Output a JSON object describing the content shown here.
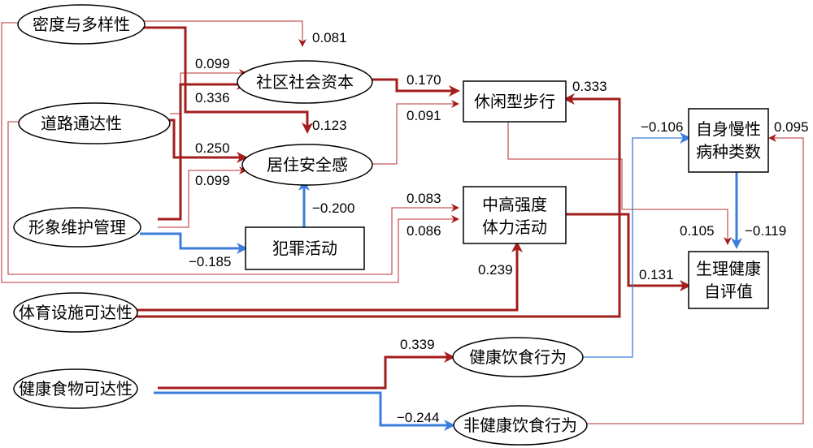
{
  "nodes": {
    "density": "密度与多样性",
    "road": "道路通达性",
    "image": "形象维护管理",
    "sports": "体育设施可达性",
    "food": "健康食物可达性",
    "social": "社区社会资本",
    "safety": "居住安全感",
    "crime": "犯罪活动",
    "walk": "休闲型步行",
    "mvpa_line1": "中高强度",
    "mvpa_line2": "体力活动",
    "healthy_diet": "健康饮食行为",
    "unhealthy_diet": "非健康饮食行为",
    "chronic_line1": "自身慢性",
    "chronic_line2": "病种类数",
    "srh_line1": "生理健康",
    "srh_line2": "自评值"
  },
  "coefficients": {
    "density_social": "0.081",
    "density_safety": "0.123",
    "road_social": "0.099",
    "image_social": "0.336",
    "road_safety": "0.250",
    "image_safety": "0.099",
    "crime_safety": "−0.200",
    "image_crime": "−0.185",
    "social_walk": "0.170",
    "safety_walk": "0.091",
    "road_mvpa": "0.083",
    "density_mvpa": "0.086",
    "sports_mvpa": "0.239",
    "sports_walk": "0.333",
    "food_healthy": "0.339",
    "food_unhealthy": "−0.244",
    "healthy_chronic": "−0.106",
    "unhealthy_chronic": "0.095",
    "walk_srh": "0.105",
    "chronic_srh": "−0.119",
    "mvpa_srh": "0.131"
  },
  "colors": {
    "positive": "#a31d1d",
    "positive_thin": "#c65a5a",
    "negative": "#3b7ddd",
    "stroke": "#000000"
  }
}
